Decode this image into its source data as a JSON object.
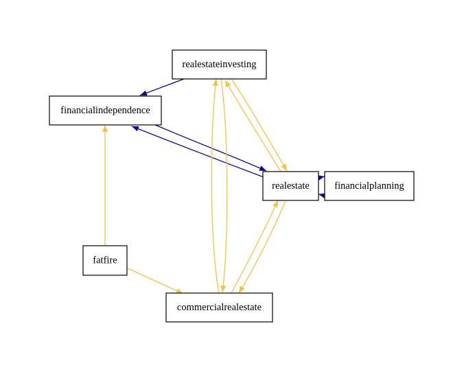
{
  "colors": {
    "navy": "#0d0d8c",
    "gold": "#f5c242",
    "node_border": "#000000",
    "background": "#ffffff"
  },
  "nodes": {
    "realestateinvesting": {
      "label": "realestateinvesting"
    },
    "financialindependence": {
      "label": "financialindependence"
    },
    "realestate": {
      "label": "realestate"
    },
    "financialplanning": {
      "label": "financialplanning"
    },
    "fatfire": {
      "label": "fatfire"
    },
    "commercialrealestate": {
      "label": "commercialrealestate"
    }
  },
  "edges": [
    {
      "from": "realestateinvesting",
      "to": "financialindependence",
      "color": "navy"
    },
    {
      "from": "financialindependence",
      "to": "realestate",
      "color": "navy"
    },
    {
      "from": "realestate",
      "to": "financialindependence",
      "color": "navy"
    },
    {
      "from": "financialplanning",
      "to": "realestate",
      "color": "navy"
    },
    {
      "from": "realestate",
      "to": "financialplanning",
      "color": "navy"
    },
    {
      "from": "fatfire",
      "to": "financialindependence",
      "color": "gold"
    },
    {
      "from": "fatfire",
      "to": "commercialrealestate",
      "color": "gold"
    },
    {
      "from": "commercialrealestate",
      "to": "realestateinvesting",
      "color": "gold"
    },
    {
      "from": "realestateinvesting",
      "to": "commercialrealestate",
      "color": "gold"
    },
    {
      "from": "realestateinvesting",
      "to": "realestate",
      "color": "gold"
    },
    {
      "from": "realestate",
      "to": "realestateinvesting",
      "color": "gold"
    },
    {
      "from": "commercialrealestate",
      "to": "realestate",
      "color": "gold"
    },
    {
      "from": "realestate",
      "to": "commercialrealestate",
      "color": "gold"
    }
  ]
}
